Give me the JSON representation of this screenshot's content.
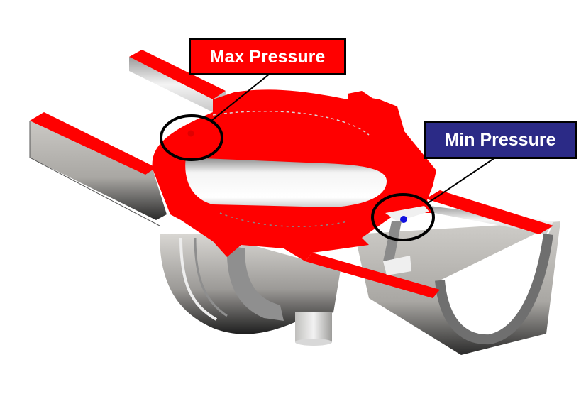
{
  "figure": {
    "type": "3d-cutaway-valve-body",
    "colors": {
      "cut_face": "#ff0000",
      "metal_light": "#f2f2f2",
      "metal_mid": "#b8b6b3",
      "metal_dark": "#4a4a4a",
      "background": "#ffffff",
      "outline": "#000000"
    }
  },
  "annotations": [
    {
      "id": "max",
      "label": "Max Pressure",
      "box_color": "#ff0000",
      "text_color": "#ffffff",
      "marker_color": "#e00000"
    },
    {
      "id": "min",
      "label": "Min Pressure",
      "box_color": "#2b2a86",
      "text_color": "#ffffff",
      "marker_color": "#1010e0"
    }
  ]
}
